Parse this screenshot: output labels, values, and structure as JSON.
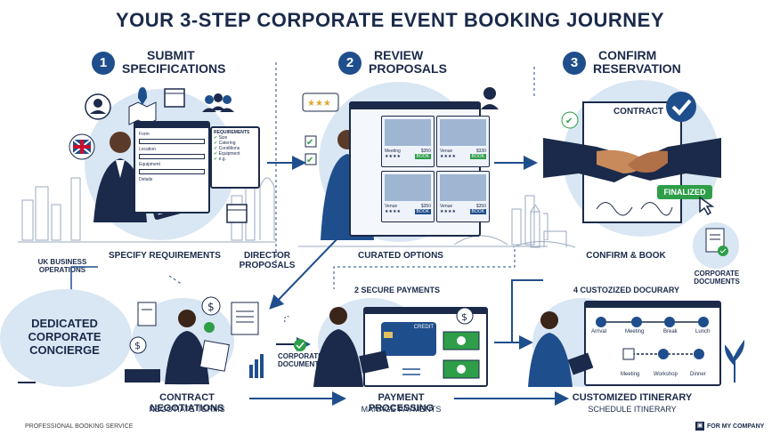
{
  "title": "YOUR 3-STEP CORPORATE EVENT BOOKING JOURNEY",
  "steps": [
    {
      "number": "1",
      "heading_line1": "SUBMIT",
      "heading_line2": "SPECIFICATIONS"
    },
    {
      "number": "2",
      "heading_line1": "REVIEW",
      "heading_line2": "PROPOSALS"
    },
    {
      "number": "3",
      "heading_line1": "CONFIRM",
      "heading_line2": "RESERVATION"
    }
  ],
  "top_labels": {
    "uk_business_line1": "UK BUSINESS",
    "uk_business_line2": "OPERATIONS",
    "specify": "SPECIFY REQUIREMENTS",
    "director_line1": "DIRECTOR",
    "director_line2": "PROPOSALS",
    "curated": "CURATED OPTIONS",
    "confirm_book": "CONFIRM & BOOK",
    "corp_docs_line1": "CORPORATE",
    "corp_docs_line2": "DOCUMENTS"
  },
  "form": {
    "fields": [
      "Form",
      "Location",
      "Equipment",
      "Details"
    ],
    "requirements_title": "REQUIREMENTS",
    "requirements": [
      "Size",
      "Catering",
      "Conditions",
      "Equipment",
      "e.g."
    ]
  },
  "proposals": {
    "cards": [
      {
        "name": "Meeting",
        "price": "$350"
      },
      {
        "name": "Venue",
        "price": "$330"
      },
      {
        "name": "Venue",
        "price": "$350"
      },
      {
        "name": "Venue",
        "price": "$350"
      }
    ]
  },
  "contract": {
    "title": "CONTRACT",
    "badge": "FINALIZED"
  },
  "concierge": {
    "line1": "DEDICATED",
    "line2": "CORPORATE",
    "line3": "CONCIERGE"
  },
  "bottom": {
    "secure_number": "2",
    "secure": "SECURE PAYMENTS",
    "customized_number": "4",
    "customized": "CUSTOZIZED DOCURARY",
    "corp_docs_line1": "CORPORATE",
    "corp_docs_line2": "DOCUMENTS",
    "card_text": "CREDIT",
    "contract_label": "CONTRACT NEGOTIATIONS",
    "contract_sub": "NEGOTIATE TERMS",
    "payment_label": "PAYMENT PROCESSING",
    "payment_sub": "MANAGE PAYMENTS",
    "itinerary_label": "CUSTOMIZED ITINERARY",
    "itinerary_sub": "SCHEDULE ITINERARY"
  },
  "itinerary": {
    "top": [
      "Arrival",
      "Meeting",
      "Break",
      "Lunch"
    ],
    "bottom": [
      "Meeting",
      "Workshop",
      "Dinner"
    ]
  },
  "footer": {
    "left": "PROFESSIONAL BOOKING SERVICE",
    "right": "FOR MY COMPANY"
  },
  "colors": {
    "navy": "#1b2a4a",
    "blue": "#1f4e8c",
    "light": "#d9e6f3",
    "green": "#2e9e48"
  }
}
